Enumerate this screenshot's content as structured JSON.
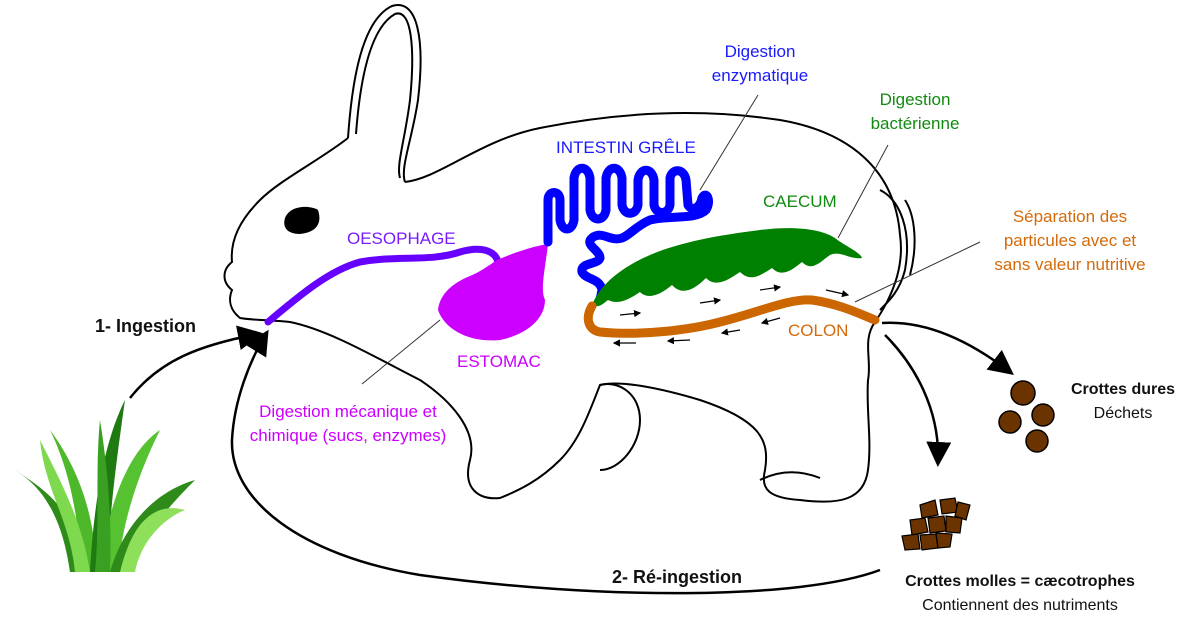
{
  "colors": {
    "small_intestine": "#0000ff",
    "oesophagus": "#6600ff",
    "stomach": "#cc00ff",
    "caecum": "#008000",
    "colon": "#cc6600",
    "droppings": "#6b3300"
  },
  "labels": {
    "small_intestine": "INTESTIN GRÊLE",
    "enzymatic_line1": "Digestion",
    "enzymatic_line2": "enzymatique",
    "bacterial_line1": "Digestion",
    "bacterial_line2": "bactérienne",
    "caecum": "CAECUM",
    "separation_line1": "Séparation des",
    "separation_line2": "particules avec et",
    "separation_line3": "sans valeur nutritive",
    "colon": "COLON",
    "oesophagus": "OESOPHAGE",
    "stomach": "ESTOMAC",
    "mechanical_line1": "Digestion mécanique et",
    "mechanical_line2": "chimique (sucs, enzymes)",
    "ingestion": "1- Ingestion",
    "reingestion": "2- Ré-ingestion",
    "hard_title": "Crottes dures",
    "hard_sub": "Déchets",
    "soft_title": "Crottes molles = cæcotrophes",
    "soft_sub": "Contiennent des nutriments"
  },
  "icons": [
    "rabbit-outline",
    "grass-icon",
    "hard-droppings-icon",
    "soft-droppings-icon"
  ]
}
